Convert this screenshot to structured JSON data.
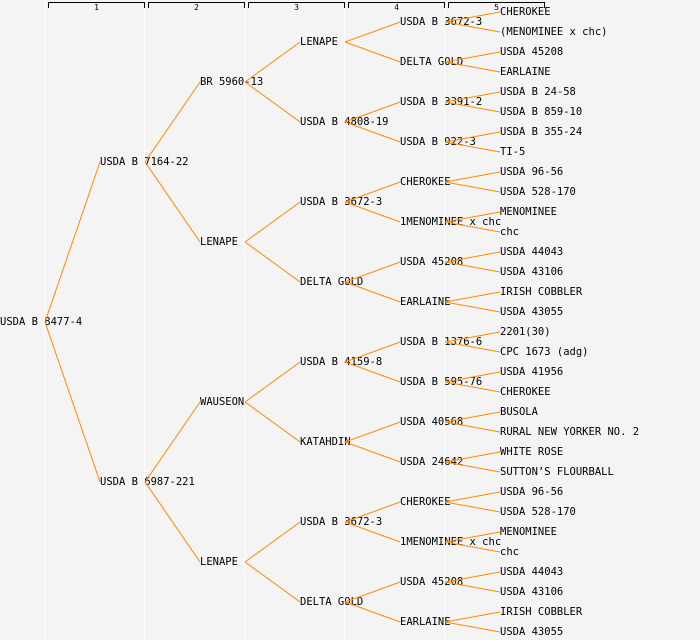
{
  "generation_headers": [
    "1",
    "2",
    "3",
    "4",
    "5"
  ],
  "line_color": "#ff8c00",
  "tree": {
    "name": "USDA B 8477-4",
    "children": [
      {
        "name": "USDA B 7164-22",
        "children": [
          {
            "name": "BR 5960-13",
            "children": [
              {
                "name": "LENAPE",
                "children": [
                  {
                    "name": "USDA B 3672-3",
                    "children": [
                      {
                        "name": "CHEROKEE"
                      },
                      {
                        "name": "(MENOMINEE x chc)"
                      }
                    ]
                  },
                  {
                    "name": "DELTA GOLD",
                    "children": [
                      {
                        "name": "USDA 45208"
                      },
                      {
                        "name": "EARLAINE"
                      }
                    ]
                  }
                ]
              },
              {
                "name": "USDA B 4808-19",
                "children": [
                  {
                    "name": "USDA B 3391-2",
                    "children": [
                      {
                        "name": "USDA B 24-58"
                      },
                      {
                        "name": "USDA B 859-10"
                      }
                    ]
                  },
                  {
                    "name": "USDA B 922-3",
                    "children": [
                      {
                        "name": "USDA B 355-24"
                      },
                      {
                        "name": "TI-5"
                      }
                    ]
                  }
                ]
              }
            ]
          },
          {
            "name": "LENAPE",
            "children": [
              {
                "name": "USDA B 3672-3",
                "children": [
                  {
                    "name": "CHEROKEE",
                    "children": [
                      {
                        "name": "USDA 96-56"
                      },
                      {
                        "name": "USDA 528-170"
                      }
                    ]
                  },
                  {
                    "name": "1MENOMINEE x chc",
                    "children": [
                      {
                        "name": "MENOMINEE"
                      },
                      {
                        "name": "chc"
                      }
                    ]
                  }
                ]
              },
              {
                "name": "DELTA GOLD",
                "children": [
                  {
                    "name": "USDA 45208",
                    "children": [
                      {
                        "name": "USDA 44043"
                      },
                      {
                        "name": "USDA 43106"
                      }
                    ]
                  },
                  {
                    "name": "EARLAINE",
                    "children": [
                      {
                        "name": "IRISH COBBLER"
                      },
                      {
                        "name": "USDA 43055"
                      }
                    ]
                  }
                ]
              }
            ]
          }
        ]
      },
      {
        "name": "USDA B 6987-221",
        "children": [
          {
            "name": "WAUSEON",
            "children": [
              {
                "name": "USDA B 4159-8",
                "children": [
                  {
                    "name": "USDA B 1376-6",
                    "children": [
                      {
                        "name": "2201(30)"
                      },
                      {
                        "name": "CPC 1673 (adg)"
                      }
                    ]
                  },
                  {
                    "name": "USDA B 595-76",
                    "children": [
                      {
                        "name": "USDA 41956"
                      },
                      {
                        "name": "CHEROKEE"
                      }
                    ]
                  }
                ]
              },
              {
                "name": "KATAHDIN",
                "children": [
                  {
                    "name": "USDA 40568",
                    "children": [
                      {
                        "name": "BUSOLA"
                      },
                      {
                        "name": "RURAL NEW YORKER NO. 2"
                      }
                    ]
                  },
                  {
                    "name": "USDA 24642",
                    "children": [
                      {
                        "name": "WHITE ROSE"
                      },
                      {
                        "name": "SUTTON’S FLOURBALL"
                      }
                    ]
                  }
                ]
              }
            ]
          },
          {
            "name": "LENAPE",
            "children": [
              {
                "name": "USDA B 3672-3",
                "children": [
                  {
                    "name": "CHEROKEE",
                    "children": [
                      {
                        "name": "USDA 96-56"
                      },
                      {
                        "name": "USDA 528-170"
                      }
                    ]
                  },
                  {
                    "name": "1MENOMINEE x chc",
                    "children": [
                      {
                        "name": "MENOMINEE"
                      },
                      {
                        "name": "chc"
                      }
                    ]
                  }
                ]
              },
              {
                "name": "DELTA GOLD",
                "children": [
                  {
                    "name": "USDA 45208",
                    "children": [
                      {
                        "name": "USDA 44043"
                      },
                      {
                        "name": "USDA 43106"
                      }
                    ]
                  },
                  {
                    "name": "EARLAINE",
                    "children": [
                      {
                        "name": "IRISH COBBLER"
                      },
                      {
                        "name": "USDA 43055"
                      }
                    ]
                  }
                ]
              }
            ]
          }
        ]
      }
    ]
  }
}
